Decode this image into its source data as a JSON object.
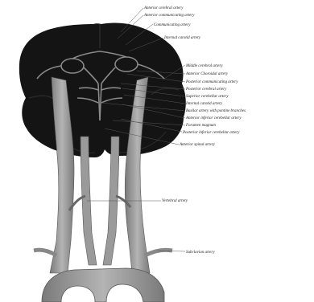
{
  "diagram": {
    "labels": [
      {
        "id": "anterior-cerebral-artery",
        "text": "Anterior cerebral artery"
      },
      {
        "id": "anterior-communicating-artery",
        "text": "Anterior communicating artery"
      },
      {
        "id": "communicating-artery",
        "text": "Communicating artery"
      },
      {
        "id": "internal-carotid-artery",
        "text": "Internal carotid artery"
      },
      {
        "id": "middle-cerebral-artery",
        "text": "Middle cerebral artery"
      },
      {
        "id": "anterior-choroidal-artery",
        "text": "Anterior Choroidal artery"
      },
      {
        "id": "posterior-communicating-artery",
        "text": "Posterior communicating artery"
      },
      {
        "id": "posterior-cerebral-artery",
        "text": "Posterior cerebral artery"
      },
      {
        "id": "superior-cerebellar-artery",
        "text": "Superior cerebellar artery"
      },
      {
        "id": "internal-carotid-artery-2",
        "text": "Internal carotid artery"
      },
      {
        "id": "basilar-artery",
        "text": "Basilar artery with pontine branches"
      },
      {
        "id": "anterior-inferior-cerebellar-artery",
        "text": "Anterior inferior cerebellar artery"
      },
      {
        "id": "foramen-magnum",
        "text": "Foramen magnum"
      },
      {
        "id": "posterior-inferior-cerebellar-artery",
        "text": "Posterior inferior cerebellar artery"
      },
      {
        "id": "anterior-spinal-artery",
        "text": "Anterior spinal artery"
      },
      {
        "id": "vertebral-artery",
        "text": "Vertebral artery"
      },
      {
        "id": "subclavian-artery",
        "text": "Subclavian artery"
      }
    ]
  }
}
